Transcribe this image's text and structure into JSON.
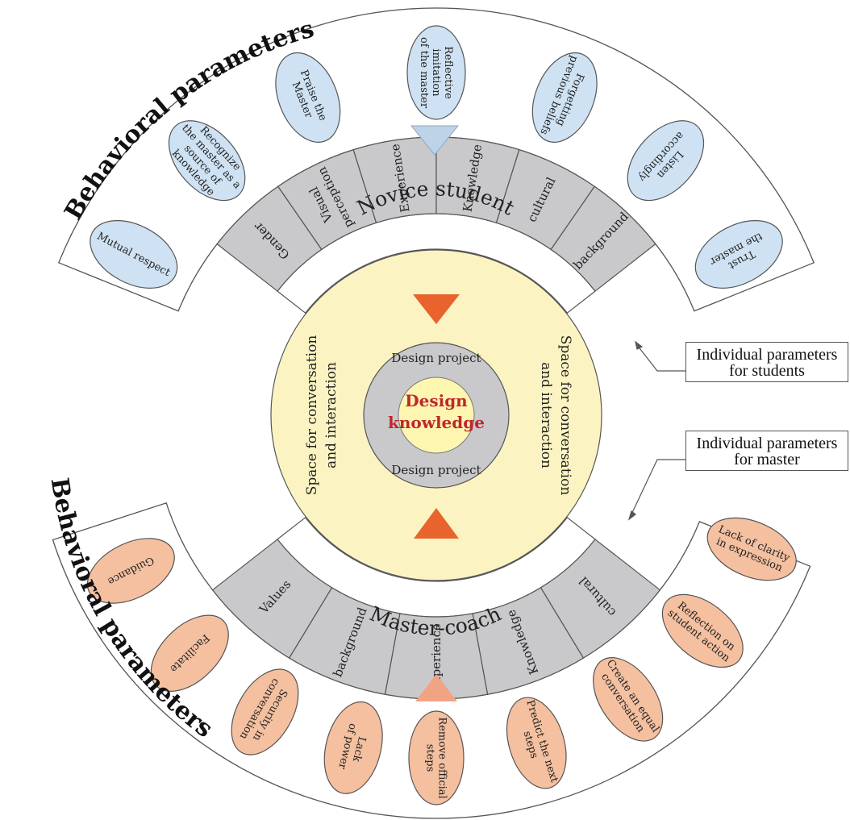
{
  "center": {
    "title_line1": "Design",
    "title_line2": "knowledge",
    "ring_top": "Design project",
    "ring_bottom": "Design project"
  },
  "conversation": {
    "left_line1": "Space for conversation",
    "left_line2": "and interaction",
    "right_line1": "Space for conversation",
    "right_line2": "and interaction"
  },
  "student": {
    "label": "Novice student",
    "segments": [
      {
        "line1": "Gender",
        "line2": ""
      },
      {
        "line1": "Visual",
        "line2": "perception"
      },
      {
        "line1": "Experience",
        "line2": ""
      },
      {
        "line1": "Knowledge",
        "line2": ""
      },
      {
        "line1": "cultural",
        "line2": ""
      },
      {
        "line1": "background",
        "line2": ""
      }
    ],
    "behaviors": [
      {
        "lines": [
          "Mutual respect"
        ]
      },
      {
        "lines": [
          "Recognize",
          "the master as a",
          "source of",
          "knowledge"
        ]
      },
      {
        "lines": [
          "Praise the",
          "Master"
        ]
      },
      {
        "lines": [
          "Reflective",
          "imitation",
          "of the master"
        ]
      },
      {
        "lines": [
          "Forgetting",
          "previous beliefs"
        ]
      },
      {
        "lines": [
          "Listen",
          "accordingly"
        ]
      },
      {
        "lines": [
          "Trust",
          "the master"
        ]
      }
    ]
  },
  "master": {
    "label": "Master-coach",
    "segments": [
      {
        "line1": "cultural",
        "line2": ""
      },
      {
        "line1": "Knowledge",
        "line2": ""
      },
      {
        "line1": "Experience",
        "line2": ""
      },
      {
        "line1": "background",
        "line2": ""
      },
      {
        "line1": "Values",
        "line2": ""
      }
    ],
    "behaviors": [
      {
        "lines": [
          "Guidance"
        ]
      },
      {
        "lines": [
          "Facilitate"
        ]
      },
      {
        "lines": [
          "Security in",
          "conversation"
        ]
      },
      {
        "lines": [
          "Lack",
          "of power"
        ]
      },
      {
        "lines": [
          "Remove official",
          "steps"
        ]
      },
      {
        "lines": [
          "Predict the next",
          "steps"
        ]
      },
      {
        "lines": [
          "Create an equal",
          "conversation"
        ]
      },
      {
        "lines": [
          "Reflection on",
          "student action"
        ]
      },
      {
        "lines": [
          "Lack of clarity",
          "in expression"
        ]
      }
    ]
  },
  "headings": {
    "top": "Behavioral parameters",
    "bottom": "Behavioral parameters"
  },
  "callouts": {
    "students_line1": "Individual parameters",
    "students_line2": "for students",
    "master_line1": "Individual parameters",
    "master_line2": "for master"
  },
  "colors": {
    "yellow": "#fbf4c2",
    "gray": "#c9c9cb",
    "blue": "#cfe2f3",
    "orange": "#f4c0a0",
    "arrow": "#e8642c",
    "title": "#c0272d"
  }
}
